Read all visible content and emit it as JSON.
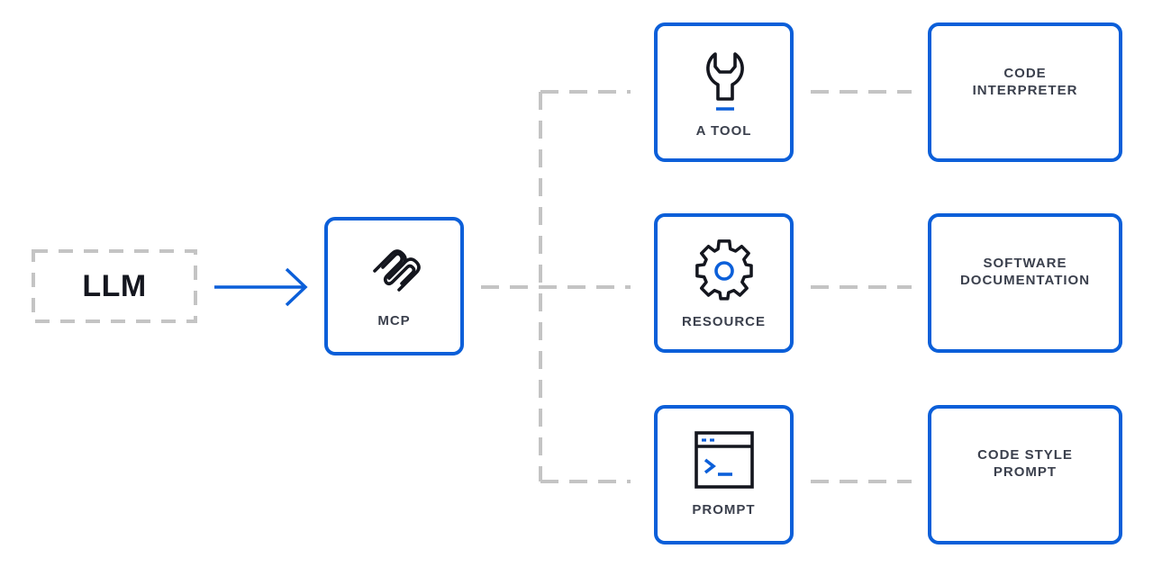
{
  "llm": {
    "label": "LLM"
  },
  "mcp": {
    "label": "MCP",
    "icon": "mcp-logo-icon"
  },
  "components": [
    {
      "label": "A TOOL",
      "icon": "wrench-icon"
    },
    {
      "label": "RESOURCE",
      "icon": "gear-icon"
    },
    {
      "label": "PROMPT",
      "icon": "terminal-window-icon"
    }
  ],
  "examples": [
    {
      "label": "CODE\nINTERPRETER"
    },
    {
      "label": "SOFTWARE\nDOCUMENTATION"
    },
    {
      "label": "CODE STYLE\nPROMPT"
    }
  ],
  "colors": {
    "accent": "#0b5fd9",
    "dark": "#14161e",
    "text": "#3b404d",
    "dashed": "#c4c4c4"
  }
}
